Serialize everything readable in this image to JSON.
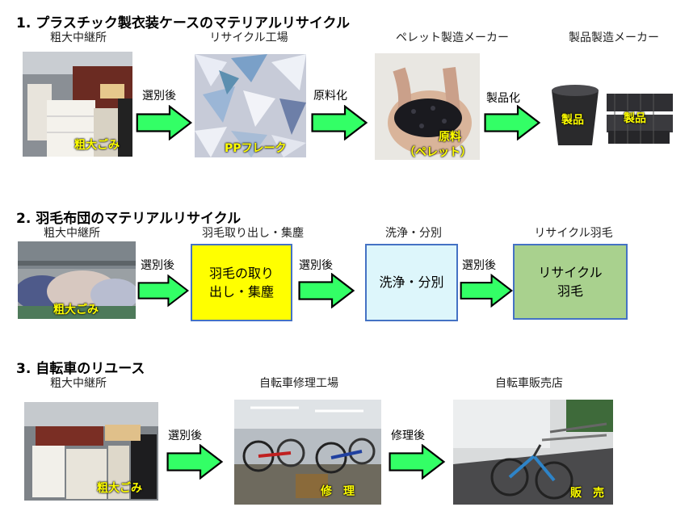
{
  "sections": [
    {
      "title": "1. プラスチック製衣装ケースのマテリアルリサイクル",
      "stages": [
        "粗大中継所",
        "リサイクル工場",
        "ペレット製造メーカー",
        "製品製造メーカー"
      ],
      "arrows": [
        "選別後",
        "原料化",
        "製品化"
      ],
      "captions": [
        "粗大ごみ",
        "PPフレーク",
        "原料",
        "（ペレット）",
        "製品",
        "製品"
      ]
    },
    {
      "title": "2. 羽毛布団のマテリアルリサイクル",
      "stages": [
        "粗大中継所",
        "羽毛取り出し・集塵",
        "洗浄・分別",
        "リサイクル羽毛"
      ],
      "arrows": [
        "選別後",
        "選別後",
        "選別後"
      ],
      "captions": [
        "粗大ごみ"
      ],
      "boxes": [
        "羽毛の取り",
        "出し・集塵",
        "洗浄・分別",
        "リサイクル",
        "羽毛"
      ]
    },
    {
      "title": "3. 自転車のリユース",
      "stages": [
        "粗大中継所",
        "自転車修理工場",
        "自転車販売店"
      ],
      "arrows": [
        "選別後",
        "修理後"
      ],
      "captions": [
        "粗大ごみ",
        "修　理",
        "販　売"
      ]
    }
  ],
  "colors": {
    "arrow_fill": "#33ff66",
    "caption": "#ffff00",
    "box_yellow": "#ffff00",
    "box_cyan": "#ddf6fb",
    "box_green": "#a9d18e",
    "box_border": "#4472c4"
  }
}
